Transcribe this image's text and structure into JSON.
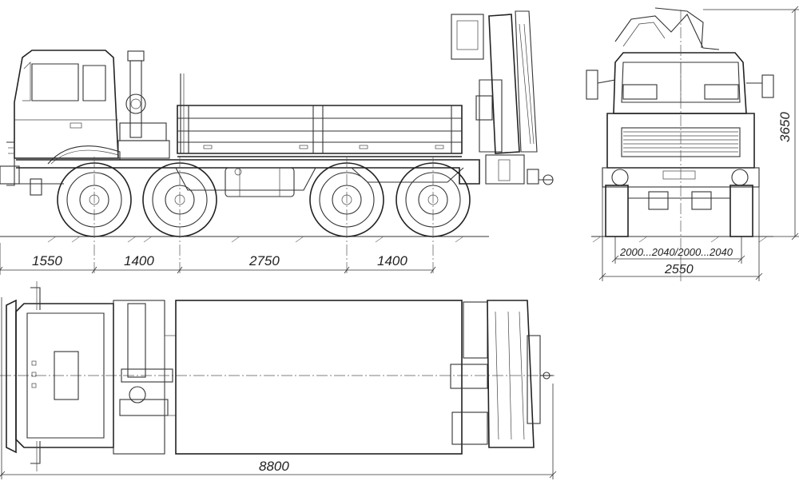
{
  "dimensions": {
    "side": {
      "front_overhang": "1550",
      "axle_1_2": "1400",
      "axle_2_3": "2750",
      "axle_3_4": "1400"
    },
    "front": {
      "height": "3650",
      "track": "2000...2040/2000...2040",
      "width": "2550"
    },
    "top": {
      "length": "8800"
    }
  }
}
